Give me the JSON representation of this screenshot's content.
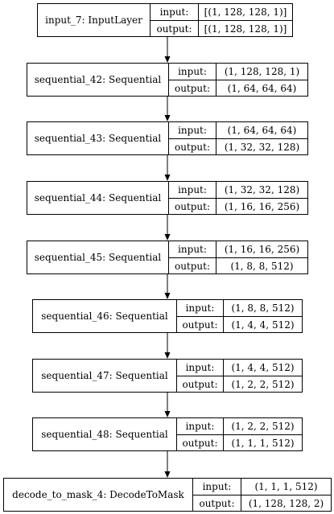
{
  "nodes": [
    {
      "name": "input_7: InputLayer",
      "input_label": "input:",
      "input_value": "[(1, 128, 128, 1)]",
      "output_label": "output:",
      "output_value": "[(1, 128, 128, 1)]"
    },
    {
      "name": "sequential_42: Sequential",
      "input_label": "input:",
      "input_value": "(1, 128, 128, 1)",
      "output_label": "output:",
      "output_value": "(1, 64, 64, 64)"
    },
    {
      "name": "sequential_43: Sequential",
      "input_label": "input:",
      "input_value": "(1, 64, 64, 64)",
      "output_label": "output:",
      "output_value": "(1, 32, 32, 128)"
    },
    {
      "name": "sequential_44: Sequential",
      "input_label": "input:",
      "input_value": "(1, 32, 32, 128)",
      "output_label": "output:",
      "output_value": "(1, 16, 16, 256)"
    },
    {
      "name": "sequential_45: Sequential",
      "input_label": "input:",
      "input_value": "(1, 16, 16, 256)",
      "output_label": "output:",
      "output_value": "(1, 8, 8, 512)"
    },
    {
      "name": "sequential_46: Sequential",
      "input_label": "input:",
      "input_value": "(1, 8, 8, 512)",
      "output_label": "output:",
      "output_value": "(1, 4, 4, 512)"
    },
    {
      "name": "sequential_47: Sequential",
      "input_label": "input:",
      "input_value": "(1, 4, 4, 512)",
      "output_label": "output:",
      "output_value": "(1, 2, 2, 512)"
    },
    {
      "name": "sequential_48: Sequential",
      "input_label": "input:",
      "input_value": "(1, 2, 2, 512)",
      "output_label": "output:",
      "output_value": "(1, 1, 1, 512)"
    },
    {
      "name": "decode_to_mask_4: DecodeToMask",
      "input_label": "input:",
      "input_value": "(1, 1, 1, 512)",
      "output_label": "output:",
      "output_value": "(1, 128, 128, 2)"
    }
  ]
}
